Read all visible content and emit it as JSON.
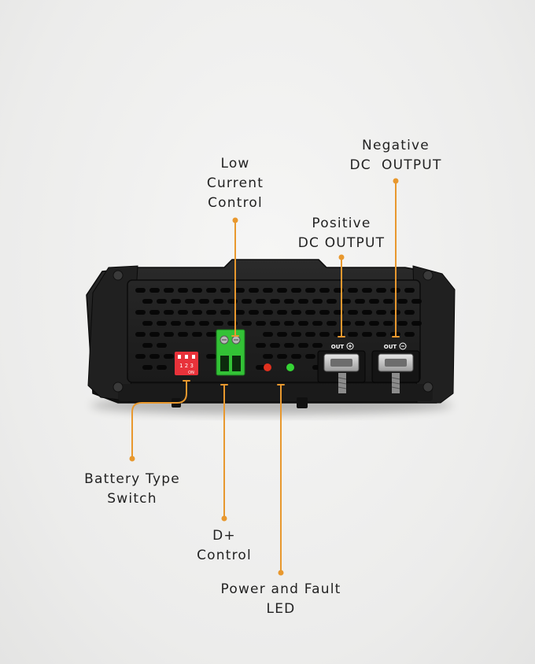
{
  "accent_color": "#e8982e",
  "device": {
    "dip_switch_digits": "1 2 3",
    "dip_switch_on": "ON",
    "out_positive_label": "OUT",
    "out_negative_label": "OUT",
    "led_colors": {
      "fault": "#e0301e",
      "power": "#35d435"
    },
    "terminal_color": "#33c236"
  },
  "callouts": {
    "low_current_control": "Low\nCurrent\nControl",
    "negative_dc_output": "Negative\nDC  OUTPUT",
    "positive_dc_output": "Positive\nDC OUTPUT",
    "battery_type_switch": "Battery Type\nSwitch",
    "d_plus_control": "D+\nControl",
    "power_and_fault_led": "Power and Fault\nLED"
  }
}
